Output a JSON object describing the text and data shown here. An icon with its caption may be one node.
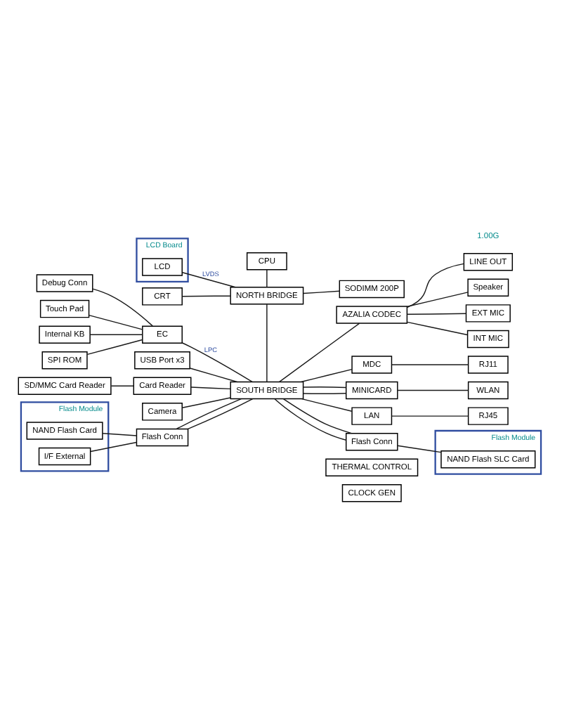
{
  "diagram": {
    "nodes": [
      {
        "text": [
          "CLOCK GEN"
        ]
      },
      {
        "text": [
          "THERMAL CONTROL"
        ]
      },
      {
        "text": [
          "CPU"
        ]
      },
      {
        "text": [
          "NORTH BRIDGE"
        ]
      },
      {
        "text": [
          "SODIMM 200P"
        ]
      },
      {
        "text": [
          "SOUTH BRIDGE"
        ]
      },
      {
        "text": [
          "AZALIA CODEC"
        ]
      },
      {
        "text": [
          "LINE OUT"
        ]
      },
      {
        "text": [
          "Speaker"
        ]
      },
      {
        "text": [
          "EXT MIC"
        ]
      },
      {
        "text": [
          "INT MIC"
        ]
      },
      {
        "text": [
          "MDC"
        ]
      },
      {
        "text": [
          "RJ11"
        ]
      },
      {
        "text": [
          "MINICARD"
        ]
      },
      {
        "text": [
          "WLAN"
        ]
      },
      {
        "text": [
          "LAN"
        ]
      },
      {
        "text": [
          "RJ45"
        ]
      },
      {
        "text": [
          "Flash Conn"
        ]
      },
      {
        "text": [
          "Flash Module"
        ]
      },
      {
        "text": [
          "NAND Flash SLC Card"
        ],
        "in": 18
      },
      {
        "text": [
          "LCD Board"
        ]
      },
      {
        "text": [
          "LCD"
        ],
        "in": 20
      },
      {
        "text": [
          "CRT"
        ]
      },
      {
        "text": [
          "EC"
        ]
      },
      {
        "text": [
          "Debug Conn"
        ]
      },
      {
        "text": [
          "Touch Pad"
        ]
      },
      {
        "text": [
          "Internal KB"
        ]
      },
      {
        "text": [
          "SPI ROM"
        ]
      },
      {
        "text": [
          "USB Port x3"
        ]
      },
      {
        "text": [
          "Card Reader"
        ]
      },
      {
        "text": [
          "SD/MMC Card Reader"
        ]
      },
      {
        "text": [
          "Camera"
        ]
      },
      {
        "text": [
          "Flash Conn"
        ]
      },
      {
        "text": [
          "Flash Module"
        ]
      },
      {
        "text": [
          "NAND Flash Card"
        ],
        "in": 33
      },
      {
        "text": [
          "I/F External"
        ],
        "in": 33
      }
    ],
    "edges": [
      {
        "from": 2,
        "to": 3,
        "arrow": "none"
      },
      {
        "from": 4,
        "to": 3,
        "arrow": "none"
      },
      {
        "from": 3,
        "to": 5,
        "arrow": "none"
      },
      {
        "from": 3,
        "to": 21,
        "arrow": "none",
        "label": "LVDS"
      },
      {
        "from": 3,
        "to": 22,
        "arrow": "none"
      },
      {
        "from": 6,
        "to": 5,
        "arrow": "none"
      },
      {
        "from": 11,
        "to": 5,
        "arrow": "none"
      },
      {
        "from": 7,
        "to": 6,
        "arrow": "none"
      },
      {
        "from": 8,
        "to": 6,
        "arrow": "none"
      },
      {
        "from": 9,
        "to": 6,
        "arrow": "none"
      },
      {
        "from": 10,
        "to": 6,
        "arrow": "none"
      },
      {
        "from": 12,
        "to": 11,
        "arrow": "none"
      },
      {
        "from": 13,
        "to": 5,
        "arrow": "none"
      },
      {
        "from": 13,
        "to": 5,
        "arrow": "none"
      },
      {
        "from": 14,
        "to": 13,
        "arrow": "none"
      },
      {
        "from": 15,
        "to": 5,
        "arrow": "none"
      },
      {
        "from": 16,
        "to": 15,
        "arrow": "none"
      },
      {
        "from": 17,
        "to": 5,
        "arrow": "none"
      },
      {
        "from": 17,
        "to": 5,
        "arrow": "none"
      },
      {
        "from": 19,
        "to": 17,
        "arrow": "none"
      },
      {
        "from": 5,
        "to": 23,
        "arrow": "none",
        "label": "LPC"
      },
      {
        "from": 23,
        "to": 24,
        "arrow": "none"
      },
      {
        "from": 23,
        "to": 25,
        "arrow": "none"
      },
      {
        "from": 23,
        "to": 26,
        "arrow": "none"
      },
      {
        "from": 23,
        "to": 27,
        "arrow": "none"
      },
      {
        "from": 5,
        "to": 28,
        "arrow": "none"
      },
      {
        "from": 5,
        "to": 29,
        "arrow": "none"
      },
      {
        "from": 29,
        "to": 30,
        "arrow": "none"
      },
      {
        "from": 5,
        "to": 31,
        "arrow": "none"
      },
      {
        "from": 5,
        "to": 32,
        "arrow": "none"
      },
      {
        "from": 5,
        "to": 32,
        "arrow": "none"
      },
      {
        "from": 32,
        "to": 34,
        "arrow": "none"
      },
      {
        "from": 32,
        "to": 35,
        "arrow": "none"
      }
    ],
    "labels": [
      "1.00G"
    ]
  }
}
